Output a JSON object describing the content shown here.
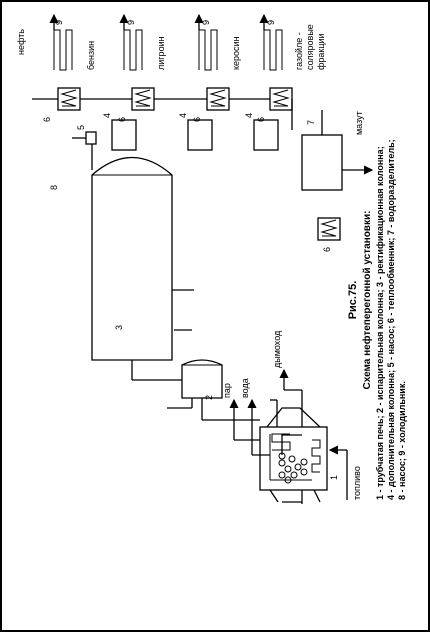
{
  "figure": {
    "title": "Рис.75.",
    "subtitle": "Схема нефтеперегонной установки:",
    "legend_lines": [
      "1 - трубчатая печь; 2 - испарительная колонна; 3 - ректификационная колонна;",
      "4 - дополнительная колонна; 5 - насос; 6 - теплообменник; 7 - водоразделитель;",
      "8 - насос; 9 - холодильник."
    ]
  },
  "labels": {
    "oil": "нефть",
    "gasoline": "бензин",
    "ligroin": "лигроин",
    "kerosene": "керосин",
    "gasoil_1": "газойле -",
    "gasoil_2": "соляровые",
    "gasoil_3": "фракции",
    "fuel_oil": "мазут",
    "water": "вода",
    "steam": "пар",
    "flue": "дымоход",
    "fuel": "топливо",
    "pump_8": "8",
    "n1": "1",
    "n2": "2",
    "n3": "3",
    "n4a": "4",
    "n4b": "4",
    "n4c": "4",
    "n5": "5",
    "n6a": "6",
    "n6b": "6",
    "n6c": "6",
    "n6d": "6",
    "n6e": "6",
    "n7": "7",
    "n9a": "9",
    "n9b": "9",
    "n9c": "9",
    "n9d": "9"
  }
}
